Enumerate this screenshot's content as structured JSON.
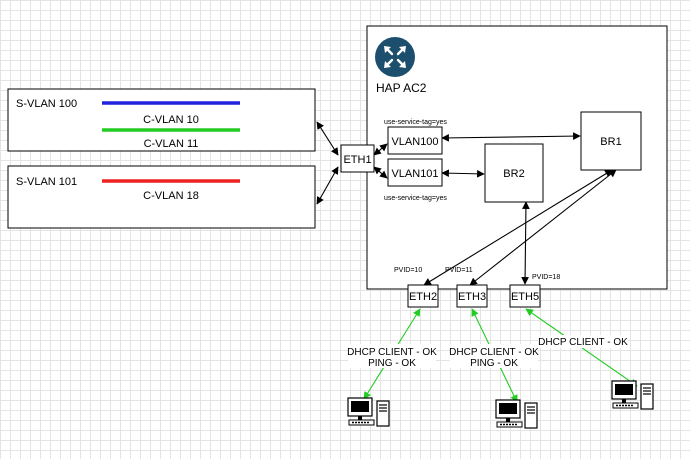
{
  "router": {
    "name": "HAP AC2",
    "icon": "router-icon"
  },
  "svlans": [
    {
      "name": "S-VLAN 100",
      "cvlans": [
        {
          "name": "C-VLAN 10",
          "color": "#2222dd"
        },
        {
          "name": "C-VLAN 11",
          "color": "#22cc22"
        }
      ]
    },
    {
      "name": "S-VLAN 101",
      "cvlans": [
        {
          "name": "C-VLAN 18",
          "color": "#ee2222"
        }
      ]
    }
  ],
  "interfaces": {
    "eth1": "ETH1",
    "vlan100": "VLAN100",
    "vlan101": "VLAN101",
    "br1": "BR1",
    "br2": "BR2",
    "eth2": "ETH2",
    "eth3": "ETH3",
    "eth5": "ETH5"
  },
  "annotations": {
    "use_service_tag_top": "use-service-tag=yes",
    "use_service_tag_bottom": "use-service-tag=yes",
    "pvid_eth2": "PVID=10",
    "pvid_eth3": "PVID=11",
    "pvid_eth5": "PVID=18"
  },
  "clients": [
    {
      "lines": [
        "DHCP CLIENT - OK",
        "PING - OK"
      ],
      "icon": "computer-icon"
    },
    {
      "lines": [
        "DHCP CLIENT - OK",
        "PING - OK"
      ],
      "icon": "computer-icon"
    },
    {
      "lines": [
        "DHCP CLIENT - OK"
      ],
      "icon": "computer-icon"
    }
  ],
  "colors": {
    "link": "#000000",
    "client_link": "#22cc22",
    "router_icon_bg": "#1c4f6e"
  }
}
